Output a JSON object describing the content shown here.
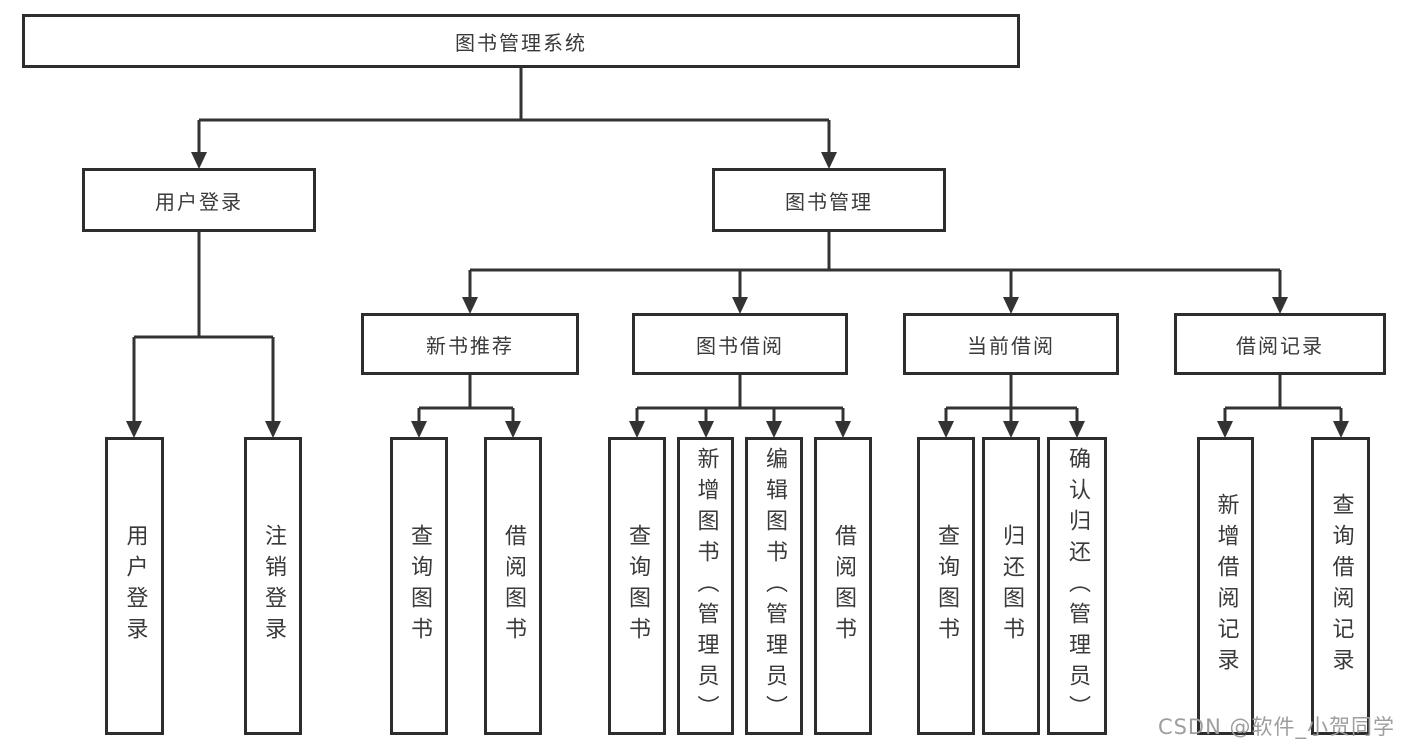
{
  "diagram_type": "hierarchy-tree",
  "colors": {
    "line": "#333333",
    "box_border": "#2d2d2d",
    "box_background": "#ffffff",
    "text": "#3a3a3a",
    "watermark": "#9e9e9e"
  },
  "watermark": {
    "text": "CSDN @软件_小贺同学"
  },
  "tree": {
    "label": "图书管理系统",
    "children": [
      {
        "label": "用户登录",
        "children": [
          {
            "label": "用户登录"
          },
          {
            "label": "注销登录"
          }
        ]
      },
      {
        "label": "图书管理",
        "children": [
          {
            "label": "新书推荐",
            "children": [
              {
                "label": "查询图书"
              },
              {
                "label": "借阅图书"
              }
            ]
          },
          {
            "label": "图书借阅",
            "children": [
              {
                "label": "查询图书"
              },
              {
                "label": "新增图书（管理员）"
              },
              {
                "label": "编辑图书（管理员）"
              },
              {
                "label": "借阅图书"
              }
            ]
          },
          {
            "label": "当前借阅",
            "children": [
              {
                "label": "查询图书"
              },
              {
                "label": "归还图书"
              },
              {
                "label": "确认归还（管理员）"
              }
            ]
          },
          {
            "label": "借阅记录",
            "children": [
              {
                "label": "新增借阅记录"
              },
              {
                "label": "查询借阅记录"
              }
            ]
          }
        ]
      }
    ]
  }
}
